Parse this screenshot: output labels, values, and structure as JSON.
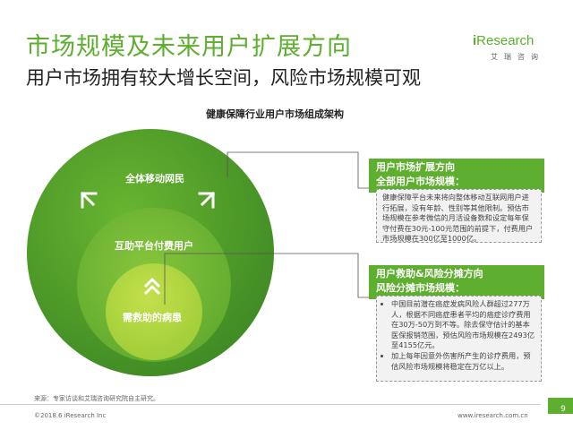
{
  "header": {
    "title": "市场规模及未来用户扩展方向",
    "subtitle": "用户市场拥有较大增长空间，风险市场规模可观"
  },
  "logo": {
    "brand_i": "i",
    "brand_rest": "Research",
    "sub": "艾瑞咨询"
  },
  "diagram": {
    "title": "健康保障行业用户市场组成架构",
    "outer_label": "全体移动网民",
    "middle_label": "互助平台付费用户",
    "inner_label": "需救助的病患"
  },
  "box1": {
    "head_line1": "用户市场扩展方向",
    "head_line2": "全部用户市场规模：",
    "body": "健康保障平台未来将向整体移动互联网用户进行拓展，没有年龄、性别等其他限制。预估市场规模在参考微信的月活设备数和设定每年保守付费在30元-100元范围的前提下，付费用户市场规模在300亿至1000亿。"
  },
  "box2": {
    "head_line1": "用户救助&风险分摊方向",
    "head_line2": "风险分摊市场规模：",
    "bullets": [
      "中国目前潜在癌症发病风险人群超过277万人，根据不同癌症患者平均的癌症诊疗费用在30万-50万到不等。除去保守估计的基本医保报销范围，预估风险市场规模在2493亿至4155亿元。",
      "加上每年因意外伤害所产生的诊疗费用，预估风险市场规模将稳定在万亿以上。"
    ]
  },
  "footer": {
    "source": "来源：专家访谈和艾瑞咨询研究院自主研究。",
    "copyright": "©2018.6 iResearch Inc",
    "website": "www.iresearch.com.cn",
    "page": "9"
  },
  "colors": {
    "brand_green": "#5eae2f",
    "outer_circle": "#4e9c2b",
    "middle_circle": "#6cb233",
    "inner_circle": "#a9d33a"
  }
}
